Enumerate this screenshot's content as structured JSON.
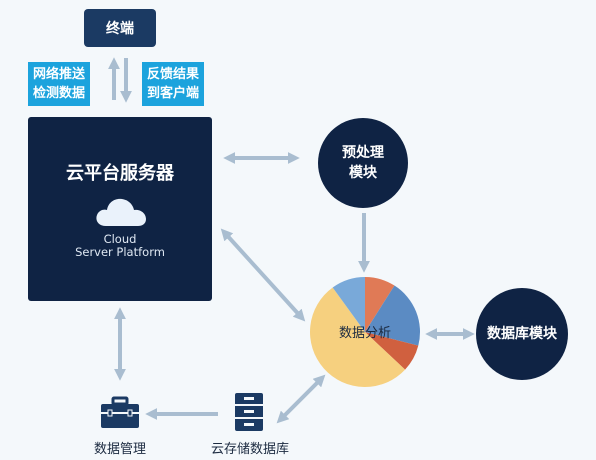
{
  "terminal": {
    "label": "终端"
  },
  "left_tag": {
    "line1": "网络推送",
    "line2": "检测数据"
  },
  "right_tag": {
    "line1": "反馈结果",
    "line2": "到客户端"
  },
  "server": {
    "title": "云平台服务器",
    "sub_line1": "Cloud",
    "sub_line2": "Server Platform"
  },
  "preprocess": {
    "line1": "预处理",
    "line2": "模块"
  },
  "analysis": {
    "label": "数据分析"
  },
  "database_module": {
    "label": "数据库模块"
  },
  "data_management": {
    "label": "数据管理"
  },
  "cloud_storage": {
    "label": "云存储数据库"
  },
  "pie_slices": [
    {
      "value": 9,
      "color": "#e07a56"
    },
    {
      "value": 20,
      "color": "#5b8bc3"
    },
    {
      "value": 8,
      "color": "#d0603f"
    },
    {
      "value": 53,
      "color": "#f6d07f"
    },
    {
      "value": 10,
      "color": "#79a9d9"
    }
  ],
  "colors": {
    "dark_navy": "#0f2344",
    "tag_blue": "#1ca3dd",
    "arrow": "#a9bdd0",
    "icon_navy": "#1b3a63"
  }
}
